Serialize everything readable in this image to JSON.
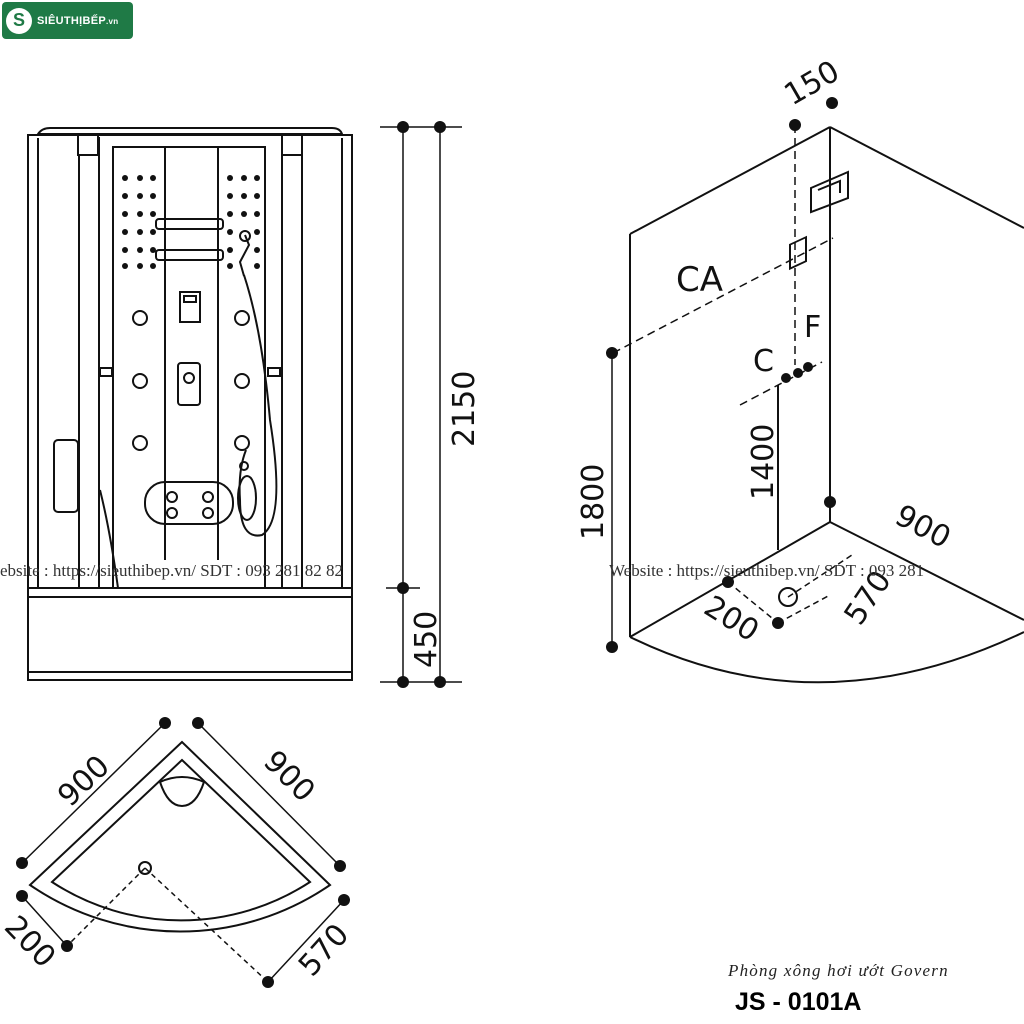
{
  "brand": {
    "logo_text": "SIÊUTHỊBẾP",
    "logo_suffix": ".vn"
  },
  "watermarks": {
    "left": "ebsite : https://sieuthibep.vn/    SDT : 093 281 82 82",
    "right": "Website : https://sieuthibep.vn/ SDT : 093 281"
  },
  "product": {
    "name": "Phòng xông hơi ướt Govern",
    "code": "JS - 0101A"
  },
  "front_view": {
    "dim_total_height": "2150",
    "dim_base_height": "450"
  },
  "top_view": {
    "dim_left_side": "900",
    "dim_right_side": "900",
    "dim_left_offset": "200",
    "dim_right_offset": "570"
  },
  "iso_view": {
    "dim_top_offset": "150",
    "dim_outlet_height": "1800",
    "dim_valve_height": "1400",
    "dim_side": "900",
    "dim_drain_left": "200",
    "dim_drain_right": "570",
    "label_ca": "CA",
    "label_f": "F",
    "label_c": "C"
  }
}
